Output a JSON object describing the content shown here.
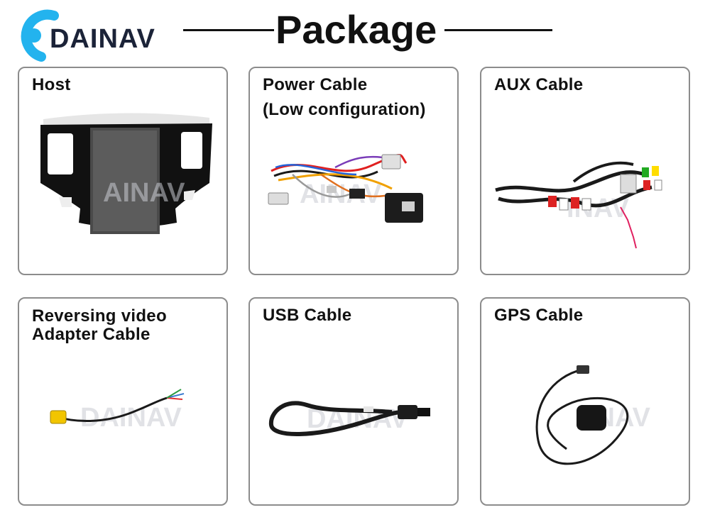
{
  "brand": {
    "name": "DAINAV",
    "accent": "#23b3ee",
    "dark": "#1b2338"
  },
  "page": {
    "title": "Package"
  },
  "items": [
    {
      "title": "Host",
      "icon": "car-stereo-host"
    },
    {
      "title": "Power Cable\n(Low configuration)",
      "icon": "power-harness"
    },
    {
      "title": "AUX Cable",
      "icon": "aux-rca-cable"
    },
    {
      "title": "Reversing video\nAdapter Cable",
      "icon": "rca-adapter-cable"
    },
    {
      "title": "USB Cable",
      "icon": "usb-cable"
    },
    {
      "title": "GPS  Cable",
      "icon": "gps-antenna"
    }
  ]
}
